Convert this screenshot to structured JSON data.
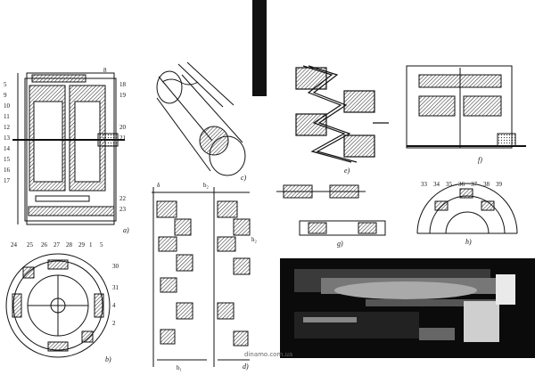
{
  "watermark": "dinamo.com.ua",
  "figures": {
    "a": {
      "caption": "a)",
      "labels": [
        "8",
        "5",
        "9",
        "10",
        "11",
        "12",
        "13",
        "14",
        "15",
        "16",
        "17",
        "18",
        "19",
        "20",
        "21",
        "22",
        "23"
      ]
    },
    "b": {
      "caption": "b)",
      "labels": [
        "24",
        "25",
        "26",
        "27",
        "28",
        "29",
        "30",
        "31",
        "4",
        "2",
        "1",
        "5"
      ]
    },
    "c": {
      "caption": "c)"
    },
    "d": {
      "caption": "d)",
      "dim_labels": [
        "b₁",
        "b₂",
        "h₂",
        "δ"
      ]
    },
    "e": {
      "caption": "e)"
    },
    "f": {
      "caption": "f)",
      "labels": [
        "33",
        "34",
        "35",
        "36",
        "37",
        "38",
        "39"
      ]
    },
    "g": {
      "caption": "g)"
    },
    "h": {
      "caption": "h)"
    },
    "photo": {
      "caption": ""
    }
  },
  "colors": {
    "ink": "#111111",
    "hatch": "#222222",
    "photo_dark": "#0b0b0b",
    "photo_mid": "#5a5a5a",
    "photo_light": "#cfcfcf"
  }
}
